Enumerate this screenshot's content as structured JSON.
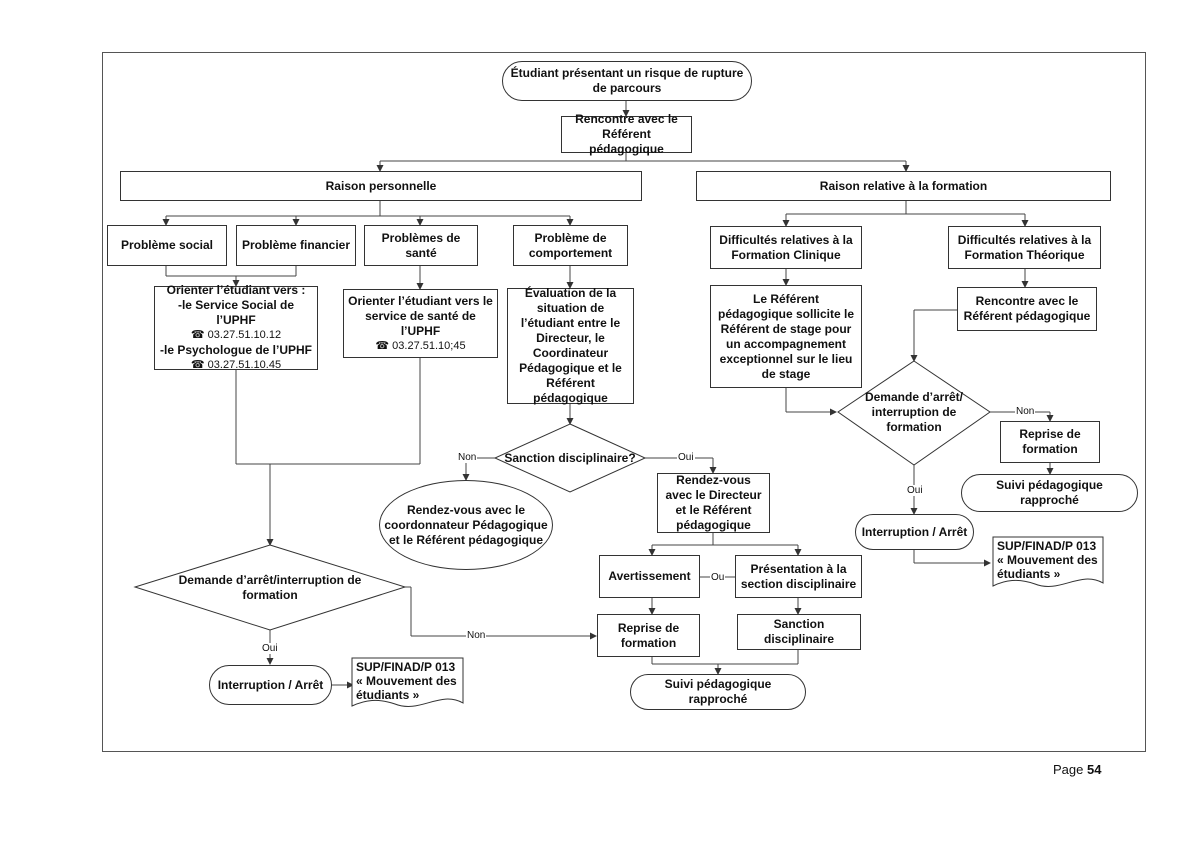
{
  "nodes": {
    "start": "Étudiant présentant un risque de rupture de parcours",
    "meet_ref": "Rencontre avec le Référent pédagogique",
    "raison_perso": "Raison personnelle",
    "raison_formation": "Raison relative à la formation",
    "prob_social": "Problème social",
    "prob_financier": "Problème financier",
    "prob_sante": "Problèmes de santé",
    "prob_comportement": "Problème de comportement",
    "orienter_social_title": "Orienter l’étudiant vers :",
    "orienter_social_line1": "-le Service Social de l’UPHF",
    "orienter_social_phone1": "03.27.51.10.12",
    "orienter_social_line2": "-le Psychologue de l’UPHF",
    "orienter_social_phone2": "03.27.51.10.45",
    "orienter_sante": "Orienter l’étudiant vers le service de santé de l’UPHF",
    "orienter_sante_phone": "03.27.51.10;45",
    "evaluation": "Évaluation de la situation de l’étudiant entre le Directeur, le Coordinateur Pédagogique et le Référent pédagogique",
    "sanction_q": "Sanction disciplinaire?",
    "rdv_coord": "Rendez-vous avec le coordonnateur Pédagogique et le Référent pédagogique",
    "rdv_dir": "Rendez-vous avec le Directeur et le Référent pédagogique",
    "avertissement": "Avertissement",
    "presentation": "Présentation à la section disciplinaire",
    "reprise_left": "Reprise de formation",
    "sanction": "Sanction disciplinaire",
    "suivi_left": "Suivi pédagogique rapproché",
    "demande_left": "Demande d’arrêt/interruption de formation",
    "interruption_left": "Interruption / Arrêt",
    "sup_left": "SUP/FINAD/P 013 « Mouvement des étudiants »",
    "diff_clinique": "Difficultés relatives à la Formation Clinique",
    "diff_theorique": "Difficultés relatives à la Formation Théorique",
    "ref_sollicite": "Le Référent pédagogique sollicite le Référent de stage pour un accompagnement exceptionnel sur le lieu de stage",
    "meet_ref_right": "Rencontre avec le Référent pédagogique",
    "demande_right": "Demande d’arrêt/ interruption de formation",
    "reprise_right": "Reprise de formation",
    "suivi_right": "Suivi pédagogique rapproché",
    "interruption_right": "Interruption / Arrêt",
    "sup_right": "SUP/FINAD/P 013 « Mouvement des étudiants »"
  },
  "labels": {
    "non": "Non",
    "oui": "Oui",
    "ou": "Ou"
  },
  "icons": {
    "phone": "telephone-icon"
  },
  "footer": {
    "page_label": "Page",
    "page_number": "54"
  }
}
